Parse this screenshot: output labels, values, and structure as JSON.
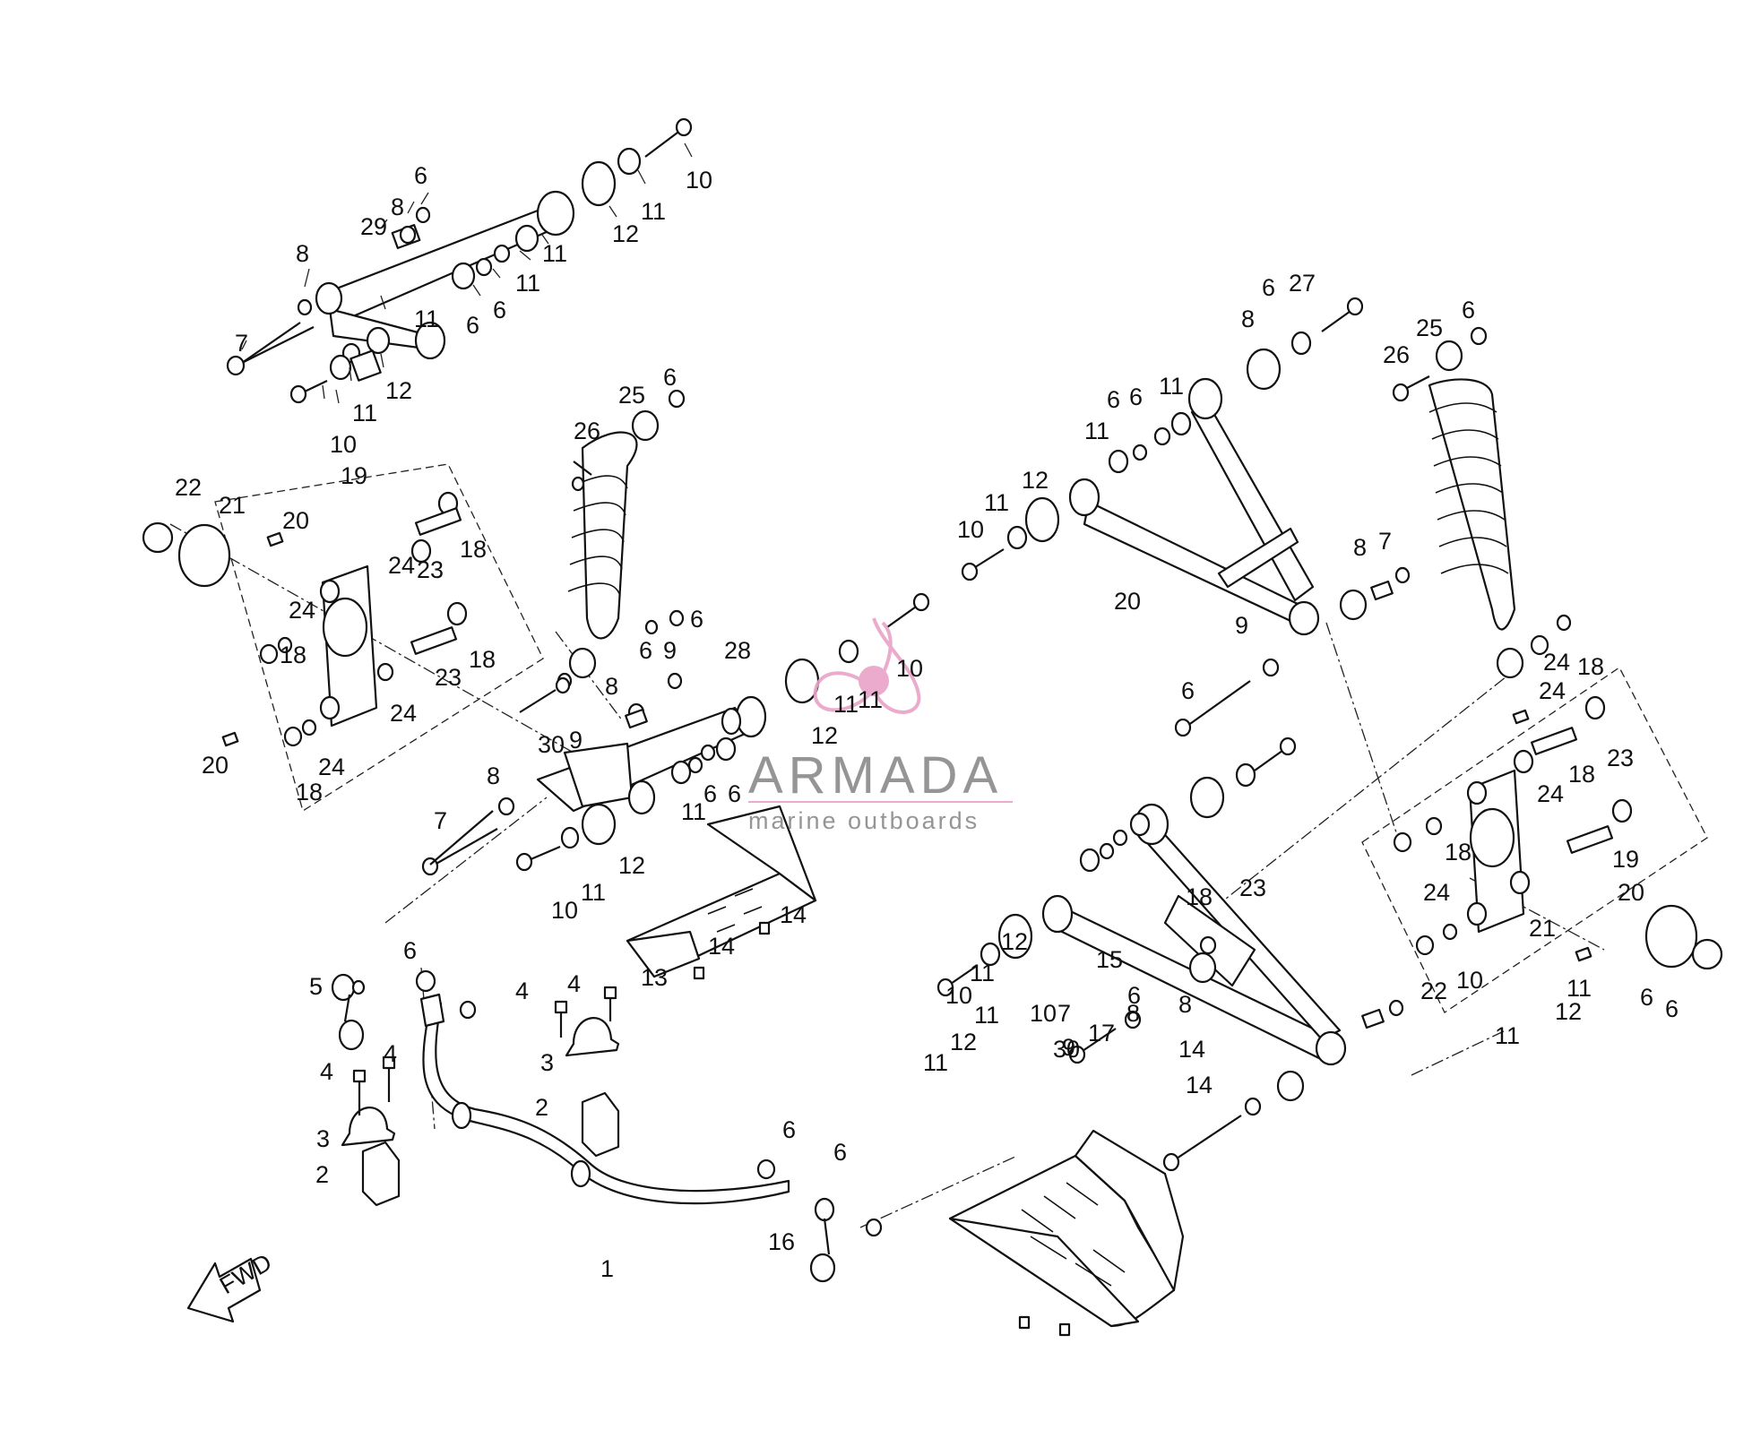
{
  "diagram": {
    "kind": "exploded-parts-view",
    "parts": [
      {
        "id": "front-stabilizer-bar",
        "label": "1"
      },
      {
        "id": "bushing-left",
        "label": "2"
      },
      {
        "id": "bushing-right",
        "label": "2"
      },
      {
        "id": "clamp-left",
        "label": "3"
      },
      {
        "id": "clamp-right",
        "label": "3"
      },
      {
        "id": "bolt-4a",
        "label": "4"
      },
      {
        "id": "bolt-4b",
        "label": "4"
      },
      {
        "id": "bolt-4c",
        "label": "4"
      },
      {
        "id": "bolt-4d",
        "label": "4"
      },
      {
        "id": "link-left",
        "label": "5"
      },
      {
        "id": "link-right",
        "label": "16"
      },
      {
        "id": "skid-plate-left",
        "label": "13"
      },
      {
        "id": "skid-plate-right",
        "label": "15"
      },
      {
        "id": "upper-arm-left",
        "label": "29"
      },
      {
        "id": "lower-arm-left",
        "label": "28"
      },
      {
        "id": "upper-arm-right",
        "label": "27"
      },
      {
        "id": "lower-arm-right",
        "label": "17"
      },
      {
        "id": "shock-left",
        "label": "25"
      },
      {
        "id": "shock-right",
        "label": "25"
      },
      {
        "id": "knuckle-left",
        "label": "19"
      },
      {
        "id": "knuckle-right",
        "label": "19"
      }
    ],
    "labels": [
      {
        "t": "10"
      },
      {
        "t": "11"
      },
      {
        "t": "12"
      },
      {
        "t": "11"
      },
      {
        "t": "6"
      },
      {
        "t": "8"
      },
      {
        "t": "29"
      },
      {
        "t": "8"
      },
      {
        "t": "7"
      },
      {
        "t": "11"
      },
      {
        "t": "6"
      },
      {
        "t": "6"
      },
      {
        "t": "11"
      },
      {
        "t": "10"
      },
      {
        "t": "11"
      },
      {
        "t": "12"
      },
      {
        "t": "25"
      },
      {
        "t": "6"
      },
      {
        "t": "26"
      },
      {
        "t": "22"
      },
      {
        "t": "21"
      },
      {
        "t": "19"
      },
      {
        "t": "20"
      },
      {
        "t": "23"
      },
      {
        "t": "18"
      },
      {
        "t": "24"
      },
      {
        "t": "24"
      },
      {
        "t": "18"
      },
      {
        "t": "23"
      },
      {
        "t": "18"
      },
      {
        "t": "24"
      },
      {
        "t": "24"
      },
      {
        "t": "18"
      },
      {
        "t": "20"
      },
      {
        "t": "6"
      },
      {
        "t": "9"
      },
      {
        "t": "6"
      },
      {
        "t": "9"
      },
      {
        "t": "8"
      },
      {
        "t": "28"
      },
      {
        "t": "30"
      },
      {
        "t": "10"
      },
      {
        "t": "11"
      },
      {
        "t": "12"
      },
      {
        "t": "11"
      },
      {
        "t": "8"
      },
      {
        "t": "7"
      },
      {
        "t": "11"
      },
      {
        "t": "6"
      },
      {
        "t": "6"
      },
      {
        "t": "10"
      },
      {
        "t": "11"
      },
      {
        "t": "12"
      },
      {
        "t": "14"
      },
      {
        "t": "14"
      },
      {
        "t": "13"
      },
      {
        "t": "6"
      },
      {
        "t": "5"
      },
      {
        "t": "4"
      },
      {
        "t": "4"
      },
      {
        "t": "3"
      },
      {
        "t": "4"
      },
      {
        "t": "4"
      },
      {
        "t": "3"
      },
      {
        "t": "2"
      },
      {
        "t": "2"
      },
      {
        "t": "6"
      },
      {
        "t": "6"
      },
      {
        "t": "16"
      },
      {
        "t": "1"
      },
      {
        "t": "10"
      },
      {
        "t": "11"
      },
      {
        "t": "12"
      },
      {
        "t": "26"
      },
      {
        "t": "25"
      },
      {
        "t": "6"
      },
      {
        "t": "11"
      },
      {
        "t": "6"
      },
      {
        "t": "6"
      },
      {
        "t": "11"
      },
      {
        "t": "12"
      },
      {
        "t": "11"
      },
      {
        "t": "10"
      },
      {
        "t": "8"
      },
      {
        "t": "6"
      },
      {
        "t": "27"
      },
      {
        "t": "8"
      },
      {
        "t": "7"
      },
      {
        "t": "20"
      },
      {
        "t": "9"
      },
      {
        "t": "6"
      },
      {
        "t": "18"
      },
      {
        "t": "23"
      },
      {
        "t": "24"
      },
      {
        "t": "24"
      },
      {
        "t": "18"
      },
      {
        "t": "23"
      },
      {
        "t": "18"
      },
      {
        "t": "24"
      },
      {
        "t": "18"
      },
      {
        "t": "24"
      },
      {
        "t": "19"
      },
      {
        "t": "20"
      },
      {
        "t": "21"
      },
      {
        "t": "22"
      },
      {
        "t": "10"
      },
      {
        "t": "11"
      },
      {
        "t": "12"
      },
      {
        "t": "11"
      },
      {
        "t": "6"
      },
      {
        "t": "6"
      },
      {
        "t": "11"
      },
      {
        "t": "12"
      },
      {
        "t": "11"
      },
      {
        "t": "10"
      },
      {
        "t": "30"
      },
      {
        "t": "9"
      },
      {
        "t": "17"
      },
      {
        "t": "8"
      },
      {
        "t": "6"
      },
      {
        "t": "8"
      },
      {
        "t": "7"
      },
      {
        "t": "15"
      },
      {
        "t": "14"
      },
      {
        "t": "14"
      }
    ],
    "fwd_arrow": "FWD"
  },
  "watermark": {
    "brand": "ARMADA",
    "tagline": "marine outboards",
    "logo_icon": "propeller-icon",
    "color": "#e8a3c8"
  }
}
